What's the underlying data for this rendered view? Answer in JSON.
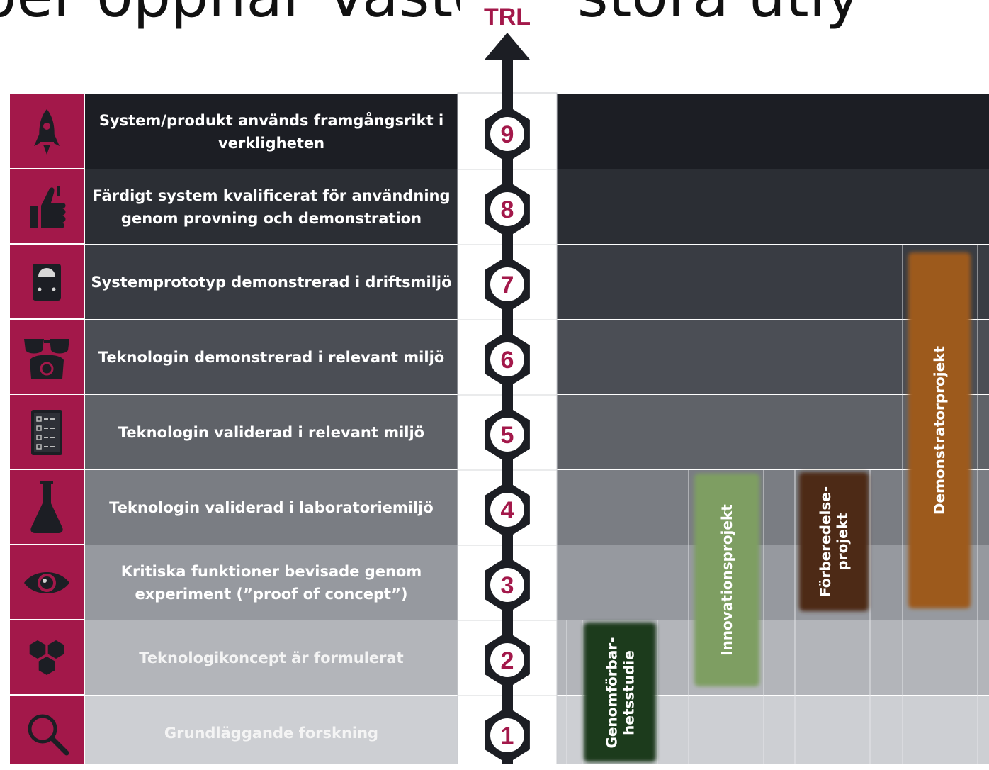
{
  "headline": "ber öppnar Västens stora utly",
  "axis_title": "TRL",
  "levels": [
    {
      "level": "9",
      "label": "System/produkt används framgångsrikt i verkligheten",
      "icon": "rocket-icon"
    },
    {
      "level": "8",
      "label": "Färdigt system kvalificerat för användning genom provning och demonstration",
      "icon": "thumbs-up-icon"
    },
    {
      "level": "7",
      "label": "Systemprototyp demonstrerad i driftsmiljö",
      "icon": "control-device-icon"
    },
    {
      "level": "6",
      "label": "Teknologin demonstrerad i relevant miljö",
      "icon": "gas-mask-goggles-icon"
    },
    {
      "level": "5",
      "label": "Teknologin validerad i relevant miljö",
      "icon": "checklist-icon"
    },
    {
      "level": "4",
      "label": "Teknologin validerad i laboratoriemiljö",
      "icon": "flask-icon"
    },
    {
      "level": "3",
      "label": "Kritiska funktioner bevisade genom experiment (”proof of concept”)",
      "icon": "eye-icon"
    },
    {
      "level": "2",
      "label": "Teknologikoncept är formulerat",
      "icon": "hexagon-cluster-icon"
    },
    {
      "level": "1",
      "label": "Grundläggande forskning",
      "icon": "magnifier-icon"
    }
  ],
  "projects": [
    {
      "label": "Genomförbar-hetsstudie",
      "line1": "Genomförbar-",
      "line2": "hetsstudie",
      "from_level": 1,
      "to_level": 2,
      "color": "#1f3a1c"
    },
    {
      "label": "Innovationsprojekt",
      "line1": "Innovationsprojekt",
      "line2": "",
      "from_level": 2,
      "to_level": 4,
      "color": "#7e9e62"
    },
    {
      "label": "Förberedelse-projekt",
      "line1": "Förberedelse-",
      "line2": "projekt",
      "from_level": 3,
      "to_level": 4,
      "color": "#4e2c18"
    },
    {
      "label": "Demonstratorprojekt",
      "line1": "Demonstratorprojekt",
      "line2": "",
      "from_level": 3,
      "to_level": 7,
      "color": "#9d5a1c"
    }
  ],
  "colors": {
    "accent": "#a3184a",
    "dark": "#1c1e24",
    "text_light": "#ffffff"
  }
}
